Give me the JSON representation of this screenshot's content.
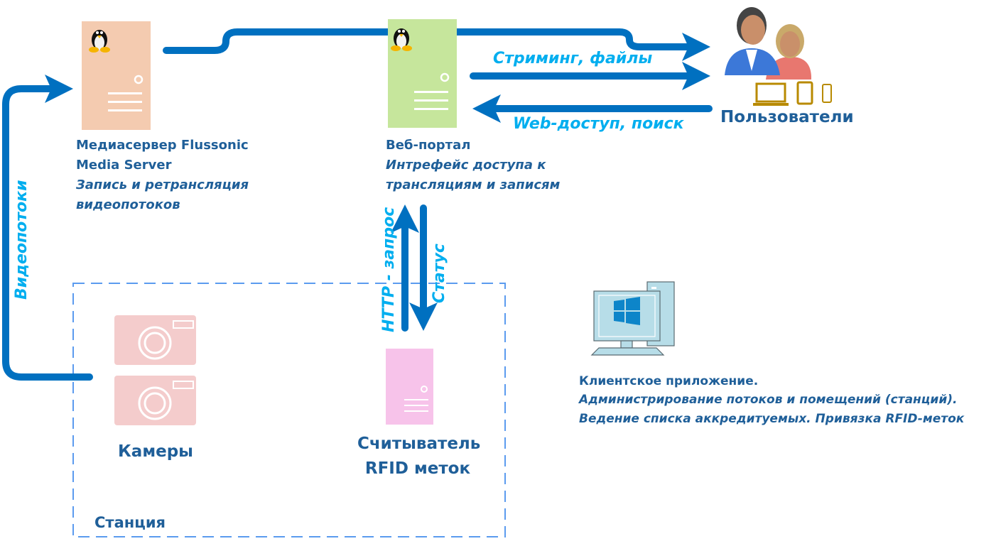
{
  "colors": {
    "arrow": "#0070c0",
    "flow_text": "#00aeef",
    "label_text": "#1f5f99",
    "media_server_fill": "#f4cbb0",
    "web_portal_fill": "#c6e69c",
    "rfid_fill": "#f7c3ea",
    "camera_fill": "#f4cccc",
    "station_border": "#5b9bef",
    "client_pc_fill": "#b7dde8",
    "windows_logo": "#0d85c9",
    "devices": "#b88a00"
  },
  "nodes": {
    "media_server": {
      "icon": "linux-server-icon",
      "title_line1": "Медиасервер Flussonic",
      "title_line2": "Media Server",
      "desc_line1": "Запись и ретрансляция",
      "desc_line2": "видеопотоков"
    },
    "web_portal": {
      "icon": "linux-server-icon",
      "title": "Веб-портал",
      "desc_line1": "Интрефейс доступа к",
      "desc_line2": "трансляциям и записям"
    },
    "users": {
      "icon": "users-icon",
      "devices_icon": "devices-icon",
      "title": "Пользователи"
    },
    "cameras": {
      "icon": "camera-icon",
      "count": 2,
      "title": "Камеры"
    },
    "rfid_reader": {
      "icon": "server-icon",
      "title_line1": "Считыватель",
      "title_line2": "RFID меток"
    },
    "client_app": {
      "icon": "windows-pc-icon",
      "title": "Клиентское приложение.",
      "desc_line1": "Администрирование потоков и помещений (станций).",
      "desc_line2": "Ведение списка аккредитуемых. Привязка RFID-меток"
    }
  },
  "groups": {
    "station": {
      "title": "Станция"
    }
  },
  "flows": {
    "video_streams": "Видеопотоки",
    "streaming_files": "Стриминг, файлы",
    "web_access_search": "Web-доступ, поиск",
    "http_request": "HTTP - запрос",
    "status": "Статус"
  }
}
